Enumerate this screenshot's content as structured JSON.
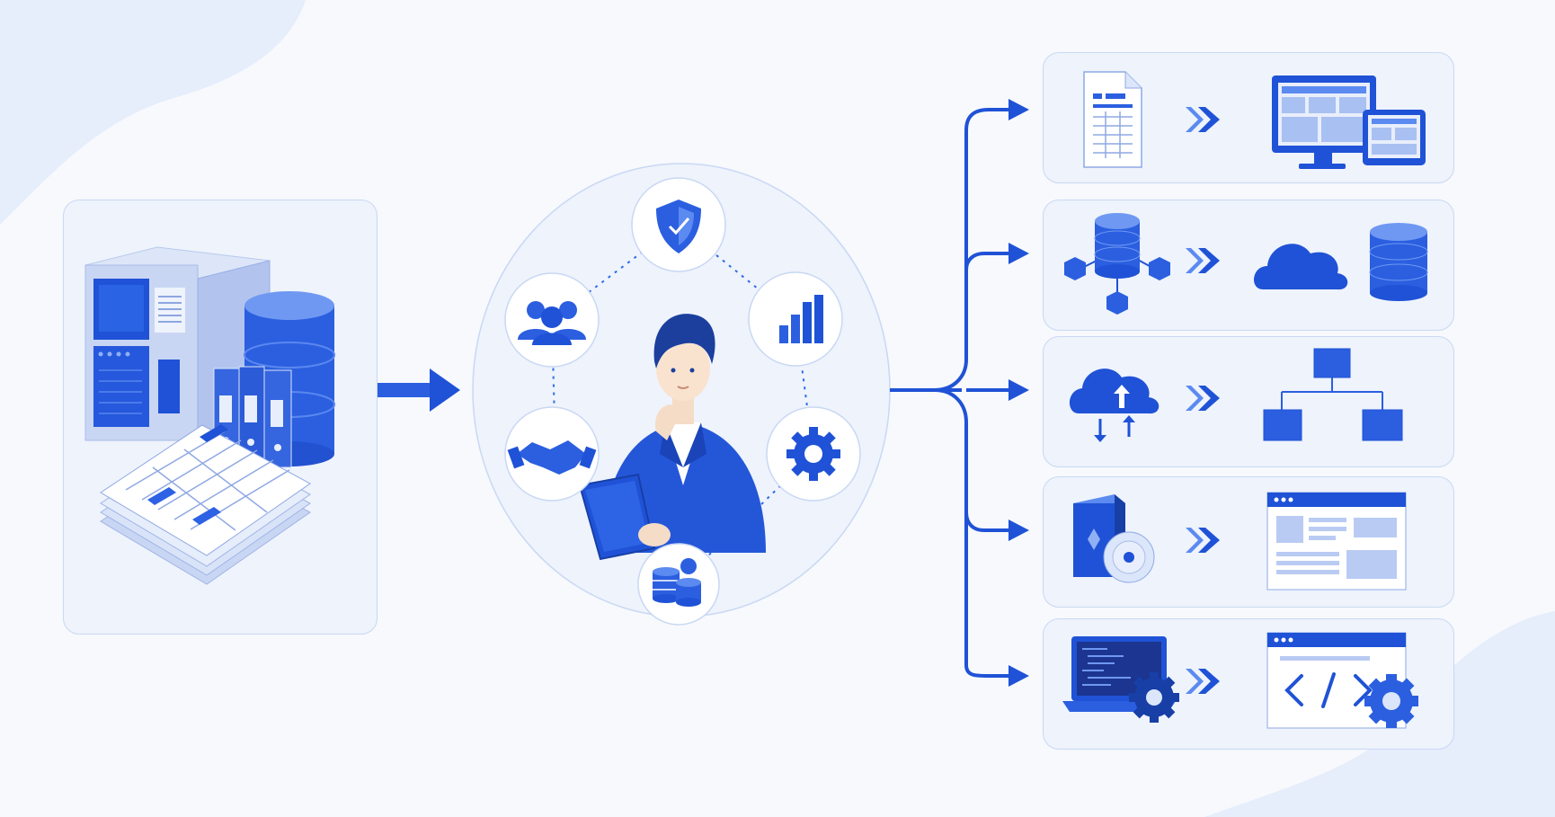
{
  "diagram": {
    "source": {
      "items": [
        "server-tower",
        "database",
        "file-binders",
        "spreadsheet-documents"
      ]
    },
    "hub": {
      "center": "consultant-with-tablet",
      "satellites": [
        "shield-icon",
        "team-icon",
        "bar-chart-icon",
        "handshake-icon",
        "gear-icon",
        "coins-icon"
      ]
    },
    "targets": [
      {
        "from": "spreadsheet-document-icon",
        "to": "desktop-and-tablet-dashboard-icon"
      },
      {
        "from": "database-network-icon",
        "to": "cloud-and-database-icon"
      },
      {
        "from": "cloud-sync-icon",
        "to": "hierarchy-diagram-icon"
      },
      {
        "from": "software-box-and-disc-icon",
        "to": "web-dashboard-window-icon"
      },
      {
        "from": "laptop-code-with-gear-icon",
        "to": "code-window-with-gear-icon"
      }
    ]
  },
  "colors": {
    "primary": "#1f52d6",
    "accent": "#2f6ae8",
    "light": "#dbe6fb",
    "panel": "#eef3fc",
    "border": "#c9d8f3"
  }
}
